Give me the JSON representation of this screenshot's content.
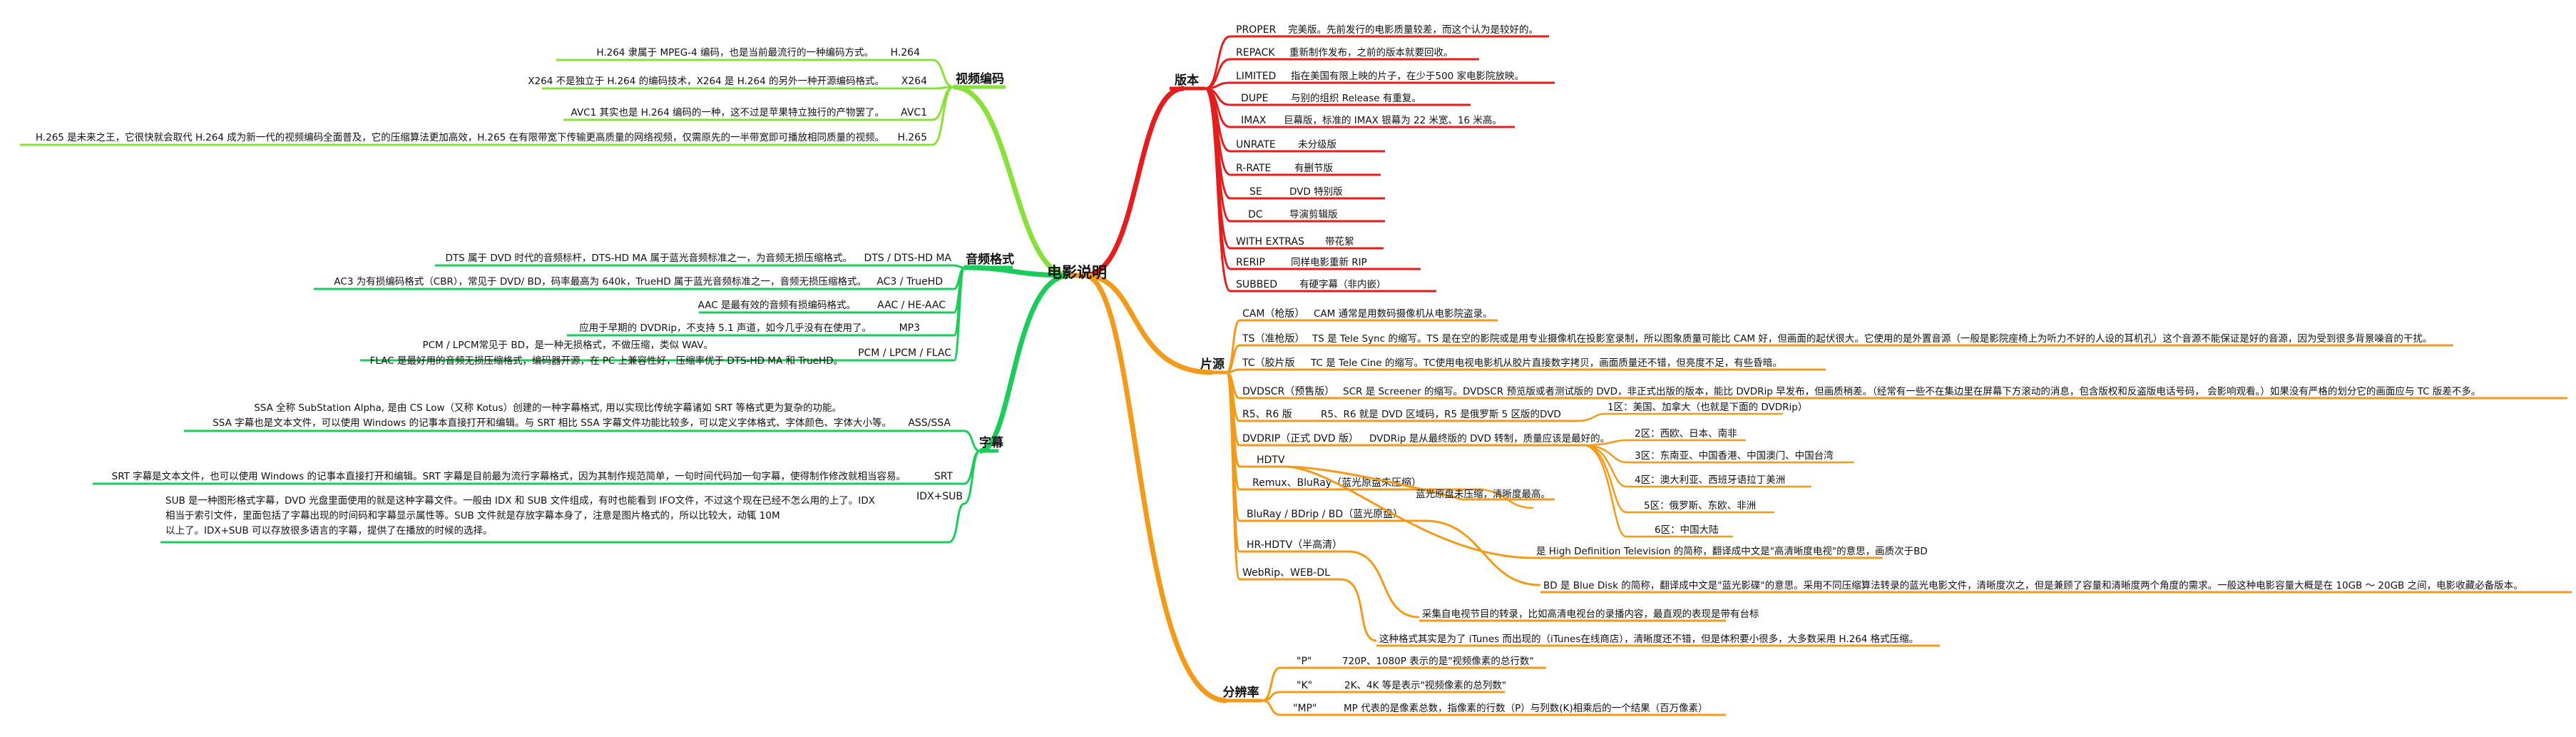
{
  "root": "电影说明",
  "colors": {
    "red": "#e31e1e",
    "orange": "#f39a1b",
    "lime": "#88e13a",
    "green": "#1bcc5a",
    "root_line": "#f39a1b"
  },
  "branches": {
    "version": {
      "label": "版本",
      "items": [
        {
          "key": "PROPER",
          "desc": "完美版。先前发行的电影质量较差，而这个认为是较好的。"
        },
        {
          "key": "REPACK",
          "desc": "重新制作发布，之前的版本就要回收。"
        },
        {
          "key": "LIMITED",
          "desc": "指在美国有限上映的片子，在少于500 家电影院放映。"
        },
        {
          "key": "DUPE",
          "desc": "与别的组织 Release 有重复。"
        },
        {
          "key": "IMAX",
          "desc": "巨幕版，标准的 IMAX 银幕为 22 米宽、16 米高。"
        },
        {
          "key": "UNRATE",
          "desc": "未分级版"
        },
        {
          "key": "R-RATE",
          "desc": "有删节版"
        },
        {
          "key": "SE",
          "desc": "DVD 特别版"
        },
        {
          "key": "DC",
          "desc": "导演剪辑版"
        },
        {
          "key": "WITH EXTRAS",
          "desc": "带花絮"
        },
        {
          "key": "RERIP",
          "desc": "同样电影重新 RIP"
        },
        {
          "key": "SUBBED",
          "desc": "有硬字幕（非内嵌）"
        }
      ]
    },
    "source": {
      "label": "片源",
      "cam": {
        "key": "CAM（枪版）",
        "desc": "CAM 通常是用数码摄像机从电影院盗录。"
      },
      "ts": {
        "key": "TS（准枪版）",
        "desc": "TS 是 Tele Sync 的缩写。TS 是在空的影院或是用专业摄像机在投影室录制，所以图象质量可能比 CAM 好，但画面的起伏很大。它使用的是外置音源（一般是影院座椅上为听力不好的人设的耳机孔）这个音源不能保证是好的音源，因为受到很多背景噪音的干扰。"
      },
      "tc": {
        "key": "TC（胶片版",
        "desc": "TC 是 Tele Cine 的缩写。TC使用电视电影机从胶片直接数字拷贝，画面质量还不错，但亮度不足，有些昏暗。"
      },
      "dvdscr": {
        "key": "DVDSCR（预售版）",
        "desc": "SCR 是 Screener 的缩写。DVDSCR 预览版或者测试版的 DVD，非正式出版的版本，能比 DVDRip 早发布，但画质稍差。（经常有一些不在集边里在屏幕下方滚动的消息，包含版权和反盗版电话号码， 会影响观看。）如果没有严格的划分它的画面应与 TC 版差不多。"
      },
      "r5": {
        "key": "R5、R6 版",
        "desc": "R5、R6 就是 DVD 区域码，R5 是俄罗斯 5 区版的DVD"
      },
      "dvdrip": {
        "key": "DVDRIP（正式 DVD 版）",
        "desc": "DVDRip 是从最终版的 DVD 转制，质量应该是最好的。"
      },
      "hdtv": {
        "key": "HDTV"
      },
      "remux": {
        "key": "Remux、BluRay（蓝光原盘未压缩）"
      },
      "bluray": {
        "key": "BluRay / BDrip / BD（蓝光原盘）"
      },
      "hrhdtv": {
        "key": "HR-HDTV（半高清）"
      },
      "webrip": {
        "key": "WebRip、WEB-DL"
      },
      "regions": [
        "1区：美国、加拿大（也就是下面的 DVDRip）",
        "2区：西欧、日本、南非",
        "3区：东南亚、中国香港、中国澳门、中国台湾",
        "4区：澳大利亚、西班牙语拉丁美洲",
        "5区：俄罗斯、东欧、非洲",
        "6区：中国大陆"
      ],
      "remux_desc": "蓝光原盘未压缩，清晰度最高。",
      "hdtv_desc": "是 High Definition Television 的简称，翻译成中文是\"高清晰度电视\"的意思，画质次于BD",
      "bd_desc": "BD 是 Blue Disk 的简称，翻译成中文是\"蓝光影碟\"的意思。采用不同压缩算法转录的蓝光电影文件，清晰度次之，但是兼顾了容量和清晰度两个角度的需求。一般这种电影容量大概是在 10GB ～ 20GB 之间，电影收藏必备版本。",
      "hrhdtv_desc": "采集自电视节目的转录，比如高清电视台的录播内容，最直观的表现是带有台标",
      "web_desc": "这种格式其实是为了 iTunes 而出现的（iTunes在线商店），清晰度还不错，但是体积要小很多，大多数采用 H.264 格式压缩。"
    },
    "resolution": {
      "label": "分辨率",
      "items": [
        {
          "key": "\"P\"",
          "desc": "720P、1080P 表示的是\"视频像素的总行数\""
        },
        {
          "key": "\"K\"",
          "desc": "2K、4K 等是表示\"视频像素的总列数\""
        },
        {
          "key": "\"MP\"",
          "desc": "MP 代表的是像素总数，指像素的行数（P）与列数(K)相乘后的一个结果（百万像素）"
        }
      ]
    },
    "video": {
      "label": "视频编码",
      "items": [
        {
          "key": "H.264",
          "desc": "H.264 隶属于 MPEG-4 编码，也是当前最流行的一种编码方式。"
        },
        {
          "key": "X264",
          "desc": "X264 不是独立于 H.264 的编码技术，X264 是 H.264 的另外一种开源编码格式。"
        },
        {
          "key": "AVC1",
          "desc": "AVC1 其实也是 H.264 编码的一种，这不过是苹果特立独行的产物罢了。"
        },
        {
          "key": "H.265",
          "desc": "H.265 是未来之王，它很快就会取代 H.264 成为新一代的视频编码全面普及，它的压缩算法更加高效，H.265 在有限带宽下传输更高质量的网络视频，仅需原先的一半带宽即可播放相同质量的视频。"
        }
      ]
    },
    "audio": {
      "label": "音频格式",
      "items": [
        {
          "key": "DTS / DTS-HD MA",
          "desc": "DTS 属于 DVD 时代的音频标杆，DTS-HD MA 属于蓝光音频标准之一，为音频无损压缩格式。"
        },
        {
          "key": "AC3 / TrueHD",
          "desc": "AC3 为有损编码格式（CBR），常见于 DVD/ BD，码率最高为 640k，TrueHD 属于蓝光音频标准之一，音频无损压缩格式。"
        },
        {
          "key": "AAC / HE-AAC",
          "desc": "AAC 是最有效的音频有损编码格式。"
        },
        {
          "key": "MP3",
          "desc": "应用于早期的 DVDRip，不支持 5.1 声道，如今几乎没有在使用了。"
        },
        {
          "key": "PCM / LPCM / FLAC",
          "desc_lines": [
            "PCM / LPCM常见于 BD，是一种无损格式，不做压缩，类似 WAV。",
            "FLAC 是最好用的音频无损压缩格式，编码器开源，在 PC 上兼容性好，压缩率优于 DTS-HD MA 和 TrueHD。"
          ]
        }
      ]
    },
    "subtitle": {
      "label": "字幕",
      "items": [
        {
          "key": "ASS/SSA",
          "desc_lines": [
            "SSA 全称 SubStation Alpha, 是由 CS Low（又称 Kotus）创建的一种字幕格式, 用以实现比传统字幕诸如 SRT 等格式更为复杂的功能。",
            "SSA 字幕也是文本文件，可以使用 Windows 的记事本直接打开和编辑。与 SRT 相比 SSA 字幕文件功能比较多，可以定义字体格式、字体颜色、字体大小等。"
          ]
        },
        {
          "key": "SRT",
          "desc": "SRT 字幕是文本文件，也可以使用 Windows 的记事本直接打开和编辑。SRT 字幕是目前最为流行字幕格式，因为其制作规范简单，一句时间代码加一句字幕，使得制作修改就相当容易。"
        },
        {
          "key": "IDX+SUB",
          "desc_lines": [
            "SUB 是一种图形格式字幕，DVD 光盘里面使用的就是这种字幕文件。一般由 IDX 和 SUB 文件组成，有时也能看到 IFO文件，不过这个现在已经不怎么用的上了。IDX",
            "相当于索引文件，里面包括了字幕出现的时间码和字幕显示属性等。SUB 文件就是存放字幕本身了，注意是图片格式的，所以比较大，动辄 10M",
            "以上了。IDX+SUB 可以存放很多语言的字幕，提供了在播放的时候的选择。"
          ]
        }
      ]
    }
  }
}
